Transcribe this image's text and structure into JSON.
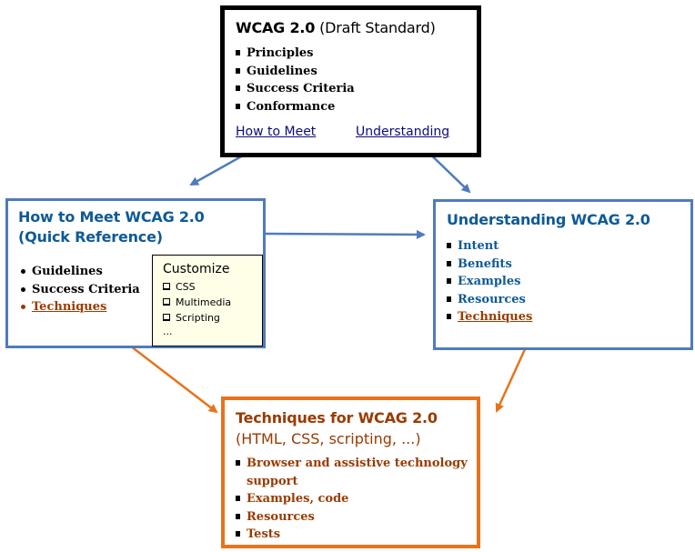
{
  "colors": {
    "blue_border": "#4f7bbd",
    "blue_text": "#0e5a96",
    "orange_border": "#e8731c",
    "brown_text": "#9a3b00",
    "link": "#0b0b80",
    "customize_bg": "#ffffe8"
  },
  "wcag_box": {
    "title_bold": "WCAG 2.0",
    "title_normal": " (Draft Standard)",
    "items": [
      "Principles",
      "Guidelines",
      "Success Criteria",
      "Conformance"
    ],
    "link_how_to_meet": "How to Meet",
    "link_understanding": "Understanding"
  },
  "howto_box": {
    "title_line1": "How to Meet WCAG 2.0",
    "title_line2": "(Quick Reference)",
    "items": [
      "Guidelines",
      "Success Criteria",
      "Techniques"
    ]
  },
  "customize": {
    "title": "Customize",
    "options": [
      "CSS",
      "Multimedia",
      "Scripting"
    ],
    "more": "..."
  },
  "understanding_box": {
    "title": "Understanding WCAG 2.0",
    "items": [
      "Intent",
      "Benefits",
      "Examples",
      "Resources",
      "Techniques"
    ]
  },
  "techniques_box": {
    "title": "Techniques for WCAG 2.0",
    "subtitle": "(HTML, CSS, scripting, ...)",
    "items": [
      "Browser and assistive technology support",
      "Examples, code",
      "Resources",
      "Tests"
    ]
  },
  "arrows": [
    {
      "from": "wcag_box.how_to_meet",
      "to": "howto_box",
      "color": "blue"
    },
    {
      "from": "wcag_box.understanding",
      "to": "understanding_box",
      "color": "blue"
    },
    {
      "from": "howto_box",
      "to": "understanding_box",
      "color": "blue"
    },
    {
      "from": "howto_box.techniques",
      "to": "techniques_box",
      "color": "orange"
    },
    {
      "from": "understanding_box.techniques",
      "to": "techniques_box",
      "color": "orange"
    }
  ]
}
